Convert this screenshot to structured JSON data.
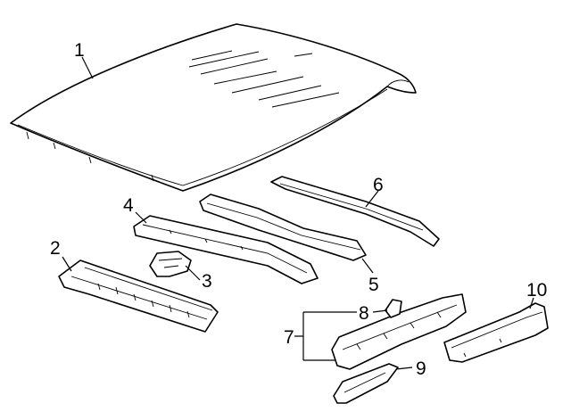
{
  "diagram": {
    "parts": [
      {
        "id": "roof-panel",
        "callout": "1"
      },
      {
        "id": "front-header",
        "callout": "2"
      },
      {
        "id": "bracket",
        "callout": "3"
      },
      {
        "id": "roof-bow-front",
        "callout": "4"
      },
      {
        "id": "roof-bow-center",
        "callout": "5"
      },
      {
        "id": "rear-header-upper",
        "callout": "6"
      },
      {
        "id": "rear-header-assembly",
        "callout": "7"
      },
      {
        "id": "clip",
        "callout": "8"
      },
      {
        "id": "reinforcement",
        "callout": "9"
      },
      {
        "id": "side-rail",
        "callout": "10"
      }
    ]
  }
}
